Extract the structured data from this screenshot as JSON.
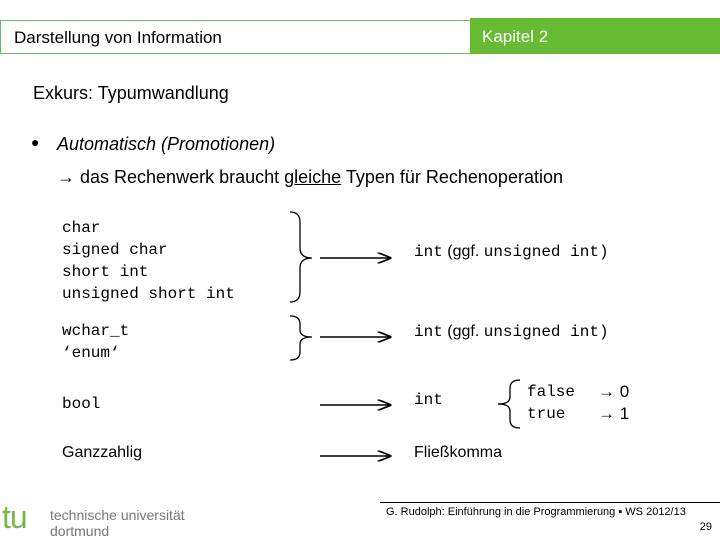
{
  "header": {
    "title": "Darstellung von Information",
    "chapter": "Kapitel 2"
  },
  "subtitle": "Exkurs: Typumwandlung",
  "bullet": {
    "marker": "●",
    "text": "Automatisch (Promotionen)"
  },
  "arrow_line": {
    "before": "→ das Rechenwerk braucht ",
    "underlined": "gleiche",
    "after": " Typen für Rechenoperation"
  },
  "conversions": {
    "group1_sources": [
      "char",
      "signed char",
      "short int",
      "unsigned short int"
    ],
    "group1_target_code1": "int",
    "group1_target_text": " (ggf. ",
    "group1_target_code2": "unsigned int",
    "group1_target_close": ")",
    "group2_sources": [
      "wchar_t",
      "‘enum‘"
    ],
    "group2_target_code1": "int",
    "group2_target_text": " (ggf. ",
    "group2_target_code2": "unsigned int",
    "group2_target_close": ")",
    "bool_source": "bool",
    "bool_target": "int",
    "bool_values": [
      "false",
      "true"
    ],
    "bool_results": [
      "→ 0",
      "→ 1"
    ],
    "int_source": "Ganzzahlig",
    "int_target": "Fließkomma"
  },
  "footer": {
    "university_line1": "technische universität",
    "university_line2": "dortmund",
    "logo_letters": "tu",
    "credit": "G. Rudolph: Einführung in die Programmierung ▪ WS 2012/13",
    "page": "29"
  },
  "colors": {
    "accent_green": "#66bb33",
    "header_border": "#66bb66"
  }
}
